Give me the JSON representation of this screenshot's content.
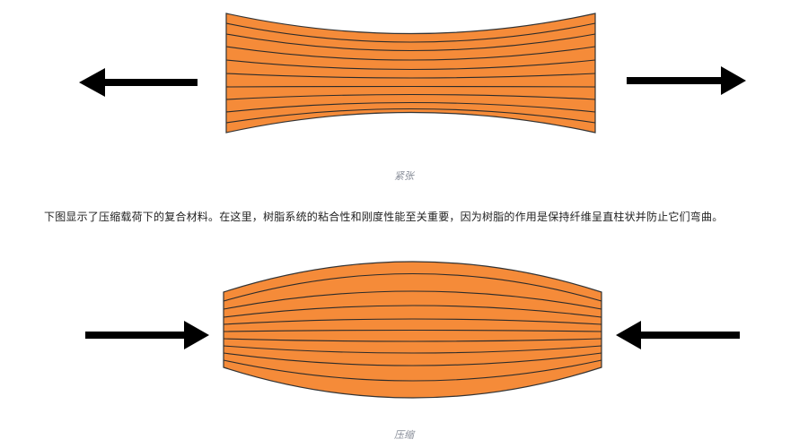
{
  "figures": {
    "tension": {
      "caption": "紧张",
      "fill_color": "#F58B39",
      "line_color": "#222222",
      "arrow_color": "#000000"
    },
    "compression": {
      "caption": "压缩",
      "fill_color": "#F58B39",
      "line_color": "#222222",
      "arrow_color": "#000000"
    }
  },
  "paragraph": {
    "text": "下图显示了压缩载荷下的复合材料。在这里，树脂系统的粘合性和刚度性能至关重要，因为树脂的作用是保持纤维呈直柱状并防止它们弯曲。"
  }
}
